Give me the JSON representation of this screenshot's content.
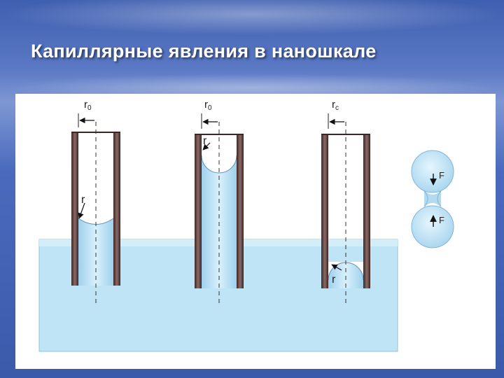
{
  "slide": {
    "title": "Капиллярные явления в наношкале"
  },
  "diagram": {
    "tube1": {
      "radius_label": "r",
      "radius_sub": "0",
      "meniscus_label": "r"
    },
    "tube2": {
      "radius_label": "r",
      "radius_sub": "0",
      "meniscus_label": "r"
    },
    "tube3": {
      "radius_label": "r",
      "radius_sub": "c",
      "meniscus_label": "r"
    },
    "droplets": {
      "force_top": "F",
      "force_bottom": "F"
    }
  },
  "colors": {
    "liquid": "#bfe4f5",
    "liquid_deep": "#a9d6ee",
    "tube_wall": "#5a3f3c",
    "panel": "#ffffff"
  }
}
